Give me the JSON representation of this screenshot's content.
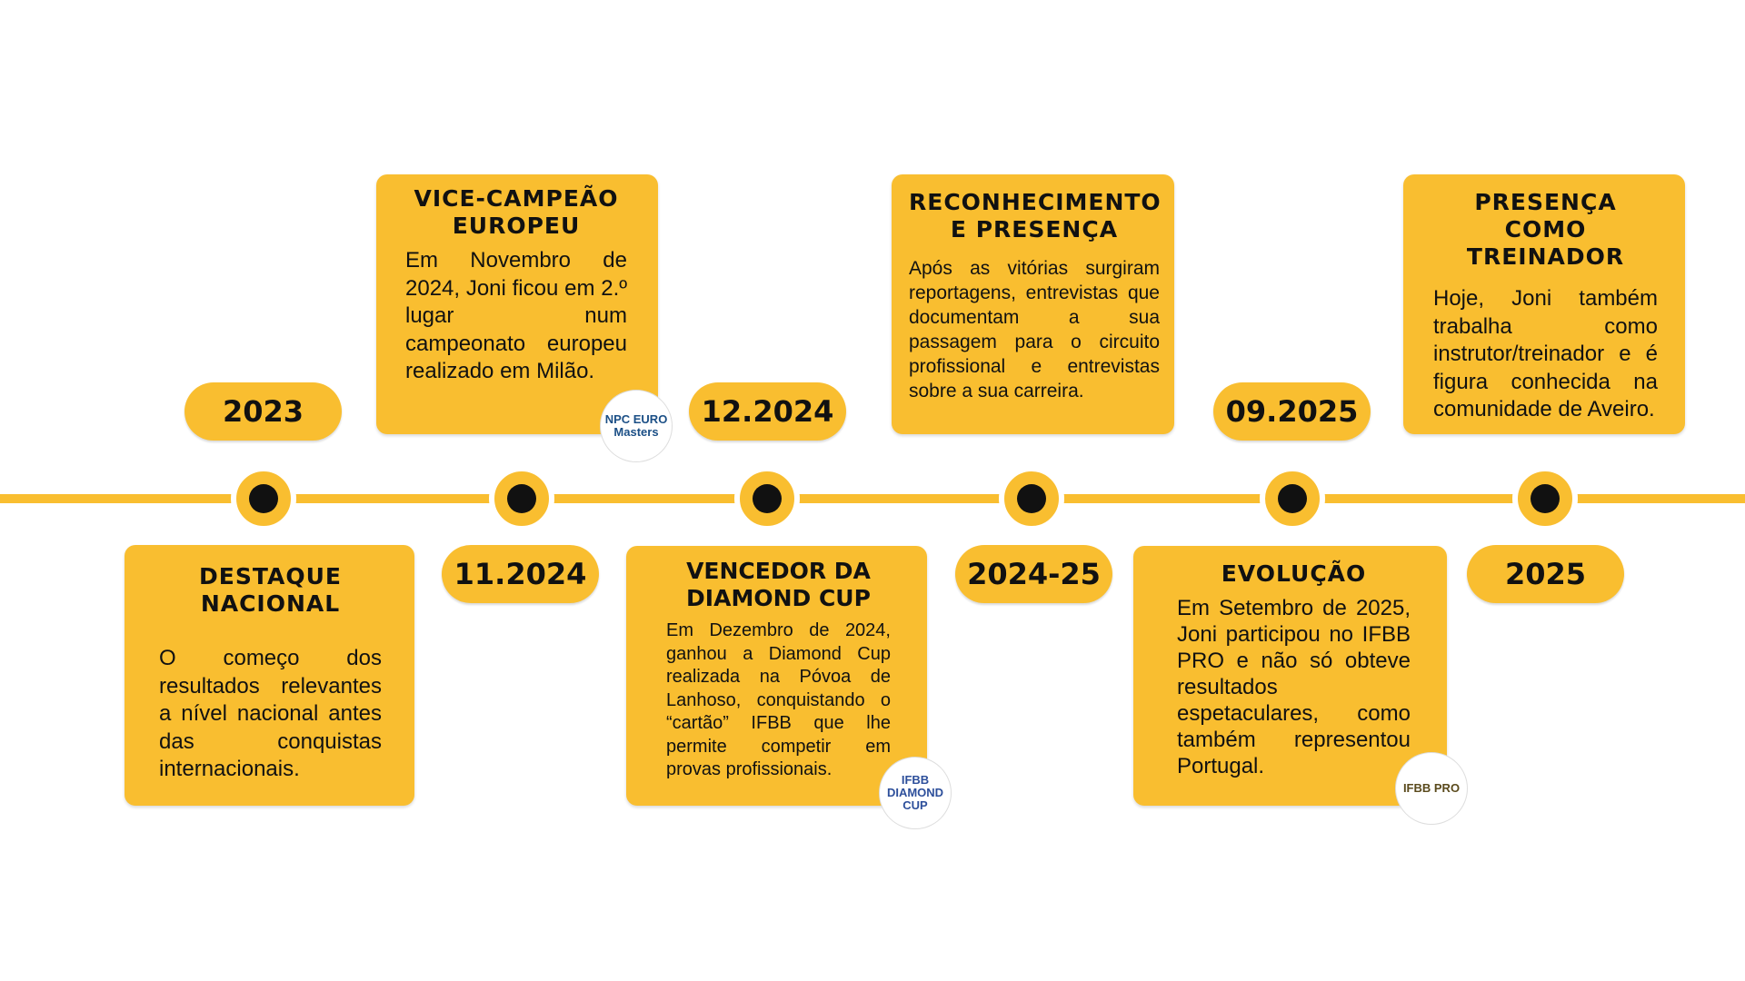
{
  "milestones": [
    {
      "date": "2023",
      "title": "DESTAQUE NACIONAL",
      "text": "O começo dos resultados relevantes a nível nacional antes das conquistas internacionais."
    },
    {
      "date": "11.2024",
      "title": "VICE-CAMPEÃO EUROPEU",
      "text": "Em Novembro de 2024, Joni ficou em 2.º lugar num campeonato europeu realizado em Milão.",
      "logo": "NPC EURO Masters"
    },
    {
      "date": "12.2024",
      "title": "VENCEDOR DA DIAMOND CUP",
      "text": "Em Dezembro de 2024, ganhou a Diamond Cup realizada na Póvoa de Lanhoso, conquistando o “cartão” IFBB que lhe permite competir em provas profissionais.",
      "logo": "IFBB DIAMOND CUP"
    },
    {
      "date": "2024-25",
      "title": "RECONHECIMENTO E PRESENÇA",
      "text": "Após as vitórias surgiram reportagens, entrevistas que documentam a sua passagem para o circuito profissional e entrevistas sobre a sua carreira."
    },
    {
      "date": "09.2025",
      "title": "EVOLUÇÃO",
      "text": "Em Setembro de 2025, Joni participou no IFBB PRO e não só obteve resultados espetaculares, como também representou Portugal.",
      "logo": "IFBB PRO"
    },
    {
      "date": "2025",
      "title": "PRESENÇA COMO TREINADOR",
      "text": "Hoje, Joni também trabalha como instrutor/treinador e é figura conhecida na comunidade de Aveiro."
    }
  ],
  "colors": {
    "accent": "#f9be30",
    "dot": "#111111"
  }
}
